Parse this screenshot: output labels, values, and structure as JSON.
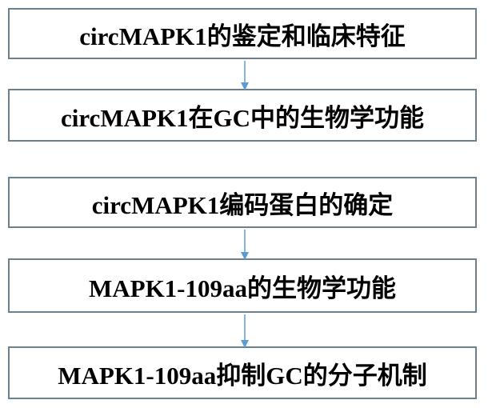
{
  "flow": {
    "steps": [
      {
        "label": "circMAPK1的鉴定和临床特征"
      },
      {
        "label": "circMAPK1在GC中的生物学功能"
      },
      {
        "label": "circMAPK1编码蛋白的确定"
      },
      {
        "label": "MAPK1-109aa的生物学功能"
      },
      {
        "label": "MAPK1-109aa抑制GC的分子机制"
      }
    ],
    "colors": {
      "box_border": "#6b7f8f",
      "arrow": "#5b9bd5",
      "text": "#000000"
    }
  }
}
